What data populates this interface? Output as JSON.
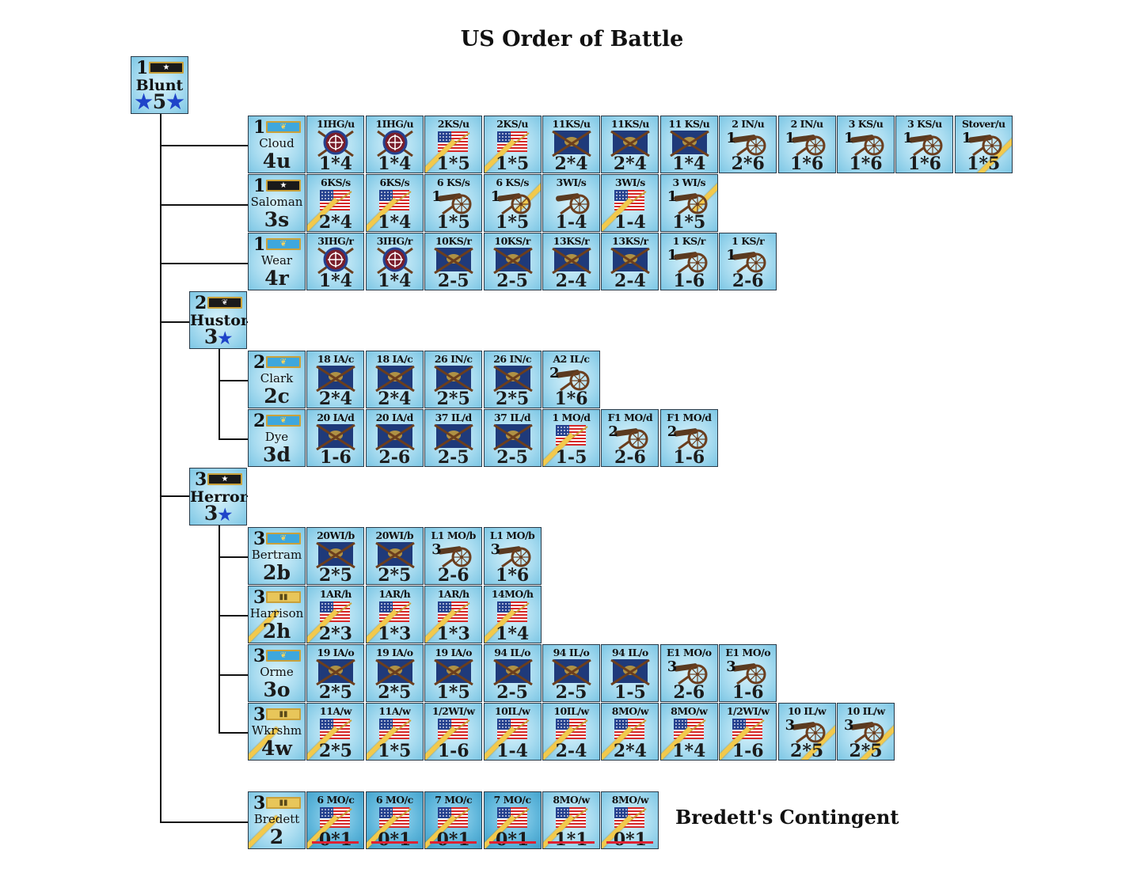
{
  "title": "US Order of Battle",
  "caption": "Bredett's Contingent",
  "colors": {
    "counter_light": "#a9dcf0",
    "counter_dark": "#5fb6db",
    "slash": "#f2c94c",
    "star": "#1f44c9"
  },
  "leaders": [
    {
      "id": "blunt",
      "num": "1",
      "rank": "gen",
      "name": "Blunt",
      "val": "5",
      "stars": "both"
    },
    {
      "id": "cloud",
      "num": "1",
      "rank": "col",
      "name": "Cloud",
      "val": "4u"
    },
    {
      "id": "saloman",
      "num": "1",
      "rank": "gen",
      "name": "Saloman",
      "val": "3s"
    },
    {
      "id": "wear",
      "num": "1",
      "rank": "col",
      "name": "Wear",
      "val": "4r"
    },
    {
      "id": "huston",
      "num": "2",
      "rank": "eagle",
      "name": "Huston",
      "val": "3",
      "stars": "after"
    },
    {
      "id": "clark",
      "num": "2",
      "rank": "col",
      "name": "Clark",
      "val": "2c"
    },
    {
      "id": "dye",
      "num": "2",
      "rank": "col",
      "name": "Dye",
      "val": "3d"
    },
    {
      "id": "herron",
      "num": "3",
      "rank": "gen",
      "name": "Herron",
      "val": "3",
      "stars": "after"
    },
    {
      "id": "bertram",
      "num": "3",
      "rank": "col",
      "name": "Bertram",
      "val": "2b"
    },
    {
      "id": "harrison",
      "num": "3",
      "rank": "lt",
      "name": "Harrison",
      "val": "2h",
      "slash": "corner"
    },
    {
      "id": "orme",
      "num": "3",
      "rank": "col",
      "name": "Orme",
      "val": "3o"
    },
    {
      "id": "wkrshm",
      "num": "3",
      "rank": "lt",
      "name": "Wkrshm",
      "val": "4w",
      "slash": "corner"
    },
    {
      "id": "bredett",
      "num": "3",
      "rank": "lt2",
      "name": "Bredett",
      "val": "2",
      "slash": "corner"
    }
  ],
  "rows": [
    {
      "leader": "cloud",
      "units": [
        {
          "top": "1IHG/u",
          "bot": "1*4",
          "img": "shield"
        },
        {
          "top": "1IHG/u",
          "bot": "1*4",
          "img": "shield"
        },
        {
          "top": "2KS/u",
          "bot": "1*5",
          "img": "flag",
          "slash": "corner"
        },
        {
          "top": "2KS/u",
          "bot": "1*5",
          "img": "flag",
          "slash": "corner"
        },
        {
          "top": "11KS/u",
          "bot": "2*4",
          "img": "inf"
        },
        {
          "top": "11KS/u",
          "bot": "2*4",
          "img": "inf"
        },
        {
          "top": "11 KS/u",
          "bot": "1*4",
          "img": "inf"
        },
        {
          "top": "2 IN/u",
          "bot": "2*6",
          "img": "gun",
          "lvl": "1"
        },
        {
          "top": "2 IN/u",
          "bot": "1*6",
          "img": "gun",
          "lvl": "1"
        },
        {
          "top": "3 KS/u",
          "bot": "1*6",
          "img": "gun",
          "lvl": "1"
        },
        {
          "top": "3 KS/u",
          "bot": "1*6",
          "img": "gun",
          "lvl": "1"
        },
        {
          "top": "Stover/u",
          "bot": "1*5",
          "img": "gun",
          "lvl": "1",
          "slash": "full"
        }
      ]
    },
    {
      "leader": "saloman",
      "units": [
        {
          "top": "6KS/s",
          "bot": "2*4",
          "img": "flag",
          "slash": "corner"
        },
        {
          "top": "6KS/s",
          "bot": "1*4",
          "img": "flag",
          "slash": "corner"
        },
        {
          "top": "6 KS/s",
          "bot": "1*5",
          "img": "gun",
          "lvl": "1"
        },
        {
          "top": "6 KS/s",
          "bot": "1*5",
          "img": "gun",
          "lvl": "1",
          "slash": "tr"
        },
        {
          "top": "3WI/s",
          "bot": "1-4",
          "img": "gun"
        },
        {
          "top": "3WI/s",
          "bot": "1-4",
          "img": "flag",
          "slash": "corner"
        },
        {
          "top": "3 WI/s",
          "bot": "1*5",
          "img": "gun",
          "lvl": "1",
          "slash": "tr"
        }
      ]
    },
    {
      "leader": "wear",
      "units": [
        {
          "top": "3IHG/r",
          "bot": "1*4",
          "img": "shield"
        },
        {
          "top": "3IHG/r",
          "bot": "1*4",
          "img": "shield"
        },
        {
          "top": "10KS/r",
          "bot": "2-5",
          "img": "inf"
        },
        {
          "top": "10KS/r",
          "bot": "2-5",
          "img": "inf"
        },
        {
          "top": "13KS/r",
          "bot": "2-4",
          "img": "inf"
        },
        {
          "top": "13KS/r",
          "bot": "2-4",
          "img": "inf"
        },
        {
          "top": "1 KS/r",
          "bot": "1-6",
          "img": "gun",
          "lvl": "1"
        },
        {
          "top": "1 KS/r",
          "bot": "2-6",
          "img": "gun",
          "lvl": "1"
        }
      ]
    },
    {
      "leader": "clark",
      "units": [
        {
          "top": "18 IA/c",
          "bot": "2*4",
          "img": "inf"
        },
        {
          "top": "18 IA/c",
          "bot": "2*4",
          "img": "inf"
        },
        {
          "top": "26 IN/c",
          "bot": "2*5",
          "img": "inf"
        },
        {
          "top": "26 IN/c",
          "bot": "2*5",
          "img": "inf"
        },
        {
          "top": "A2 IL/c",
          "bot": "1*6",
          "img": "gun",
          "lvl": "2"
        }
      ]
    },
    {
      "leader": "dye",
      "units": [
        {
          "top": "20 IA/d",
          "bot": "1-6",
          "img": "inf"
        },
        {
          "top": "20 IA/d",
          "bot": "2-6",
          "img": "inf"
        },
        {
          "top": "37 IL/d",
          "bot": "2-5",
          "img": "inf"
        },
        {
          "top": "37 IL/d",
          "bot": "2-5",
          "img": "inf"
        },
        {
          "top": "1 MO/d",
          "bot": "1-5",
          "img": "flag",
          "slash": "corner"
        },
        {
          "top": "F1 MO/d",
          "bot": "2-6",
          "img": "gun",
          "lvl": "2"
        },
        {
          "top": "F1 MO/d",
          "bot": "1-6",
          "img": "gun",
          "lvl": "2"
        }
      ]
    },
    {
      "leader": "bertram",
      "units": [
        {
          "top": "20WI/b",
          "bot": "2*5",
          "img": "inf"
        },
        {
          "top": "20WI/b",
          "bot": "2*5",
          "img": "inf"
        },
        {
          "top": "L1 MO/b",
          "bot": "2-6",
          "img": "gun",
          "lvl": "3"
        },
        {
          "top": "L1 MO/b",
          "bot": "1*6",
          "img": "gun",
          "lvl": "3"
        }
      ]
    },
    {
      "leader": "harrison",
      "units": [
        {
          "top": "1AR/h",
          "bot": "2*3",
          "img": "flag",
          "slash": "corner"
        },
        {
          "top": "1AR/h",
          "bot": "1*3",
          "img": "flag",
          "slash": "corner"
        },
        {
          "top": "1AR/h",
          "bot": "1*3",
          "img": "flag",
          "slash": "corner"
        },
        {
          "top": "14MO/h",
          "bot": "1*4",
          "img": "flag",
          "slash": "corner"
        }
      ]
    },
    {
      "leader": "orme",
      "units": [
        {
          "top": "19 IA/o",
          "bot": "2*5",
          "img": "inf"
        },
        {
          "top": "19 IA/o",
          "bot": "2*5",
          "img": "inf"
        },
        {
          "top": "19 IA/o",
          "bot": "1*5",
          "img": "inf"
        },
        {
          "top": "94 IL/o",
          "bot": "2-5",
          "img": "inf"
        },
        {
          "top": "94 IL/o",
          "bot": "2-5",
          "img": "inf"
        },
        {
          "top": "94 IL/o",
          "bot": "1-5",
          "img": "inf"
        },
        {
          "top": "E1 MO/o",
          "bot": "2-6",
          "img": "gun",
          "lvl": "3"
        },
        {
          "top": "E1 MO/o",
          "bot": "1-6",
          "img": "gun",
          "lvl": "3"
        }
      ]
    },
    {
      "leader": "wkrshm",
      "units": [
        {
          "top": "11A/w",
          "bot": "2*5",
          "img": "flag",
          "slash": "corner"
        },
        {
          "top": "11A/w",
          "bot": "1*5",
          "img": "flag",
          "slash": "corner"
        },
        {
          "top": "1/2WI/w",
          "bot": "1-6",
          "img": "flag",
          "slash": "corner"
        },
        {
          "top": "10IL/w",
          "bot": "1-4",
          "img": "flag",
          "slash": "corner"
        },
        {
          "top": "10IL/w",
          "bot": "2-4",
          "img": "flag",
          "slash": "corner"
        },
        {
          "top": "8MO/w",
          "bot": "2*4",
          "img": "flag",
          "slash": "corner"
        },
        {
          "top": "8MO/w",
          "bot": "1*4",
          "img": "flag",
          "slash": "corner"
        },
        {
          "top": "1/2WI/w",
          "bot": "1-6",
          "img": "flag",
          "slash": "corner"
        },
        {
          "top": "10 IL/w",
          "bot": "2*5",
          "img": "gun",
          "lvl": "3",
          "slash": "full"
        },
        {
          "top": "10 IL/w",
          "bot": "2*5",
          "img": "gun",
          "lvl": "3",
          "slash": "full"
        }
      ]
    },
    {
      "leader": "bredett",
      "units": [
        {
          "top": "6 MO/c",
          "bot": "0*1",
          "img": "flag",
          "slash": "corner",
          "dark": true,
          "loss": true
        },
        {
          "top": "6 MO/c",
          "bot": "0*1",
          "img": "flag",
          "slash": "corner",
          "dark": true,
          "loss": true
        },
        {
          "top": "7 MO/c",
          "bot": "0*1",
          "img": "flag",
          "slash": "corner",
          "dark": true,
          "loss": true
        },
        {
          "top": "7 MO/c",
          "bot": "0*1",
          "img": "flag",
          "slash": "corner",
          "dark": true,
          "loss": true
        },
        {
          "top": "8MO/w",
          "bot": "1*1",
          "img": "flag",
          "slash": "corner",
          "loss": true
        },
        {
          "top": "8MO/w",
          "bot": "0*1",
          "img": "flag",
          "slash": "corner",
          "loss": true
        }
      ]
    }
  ]
}
